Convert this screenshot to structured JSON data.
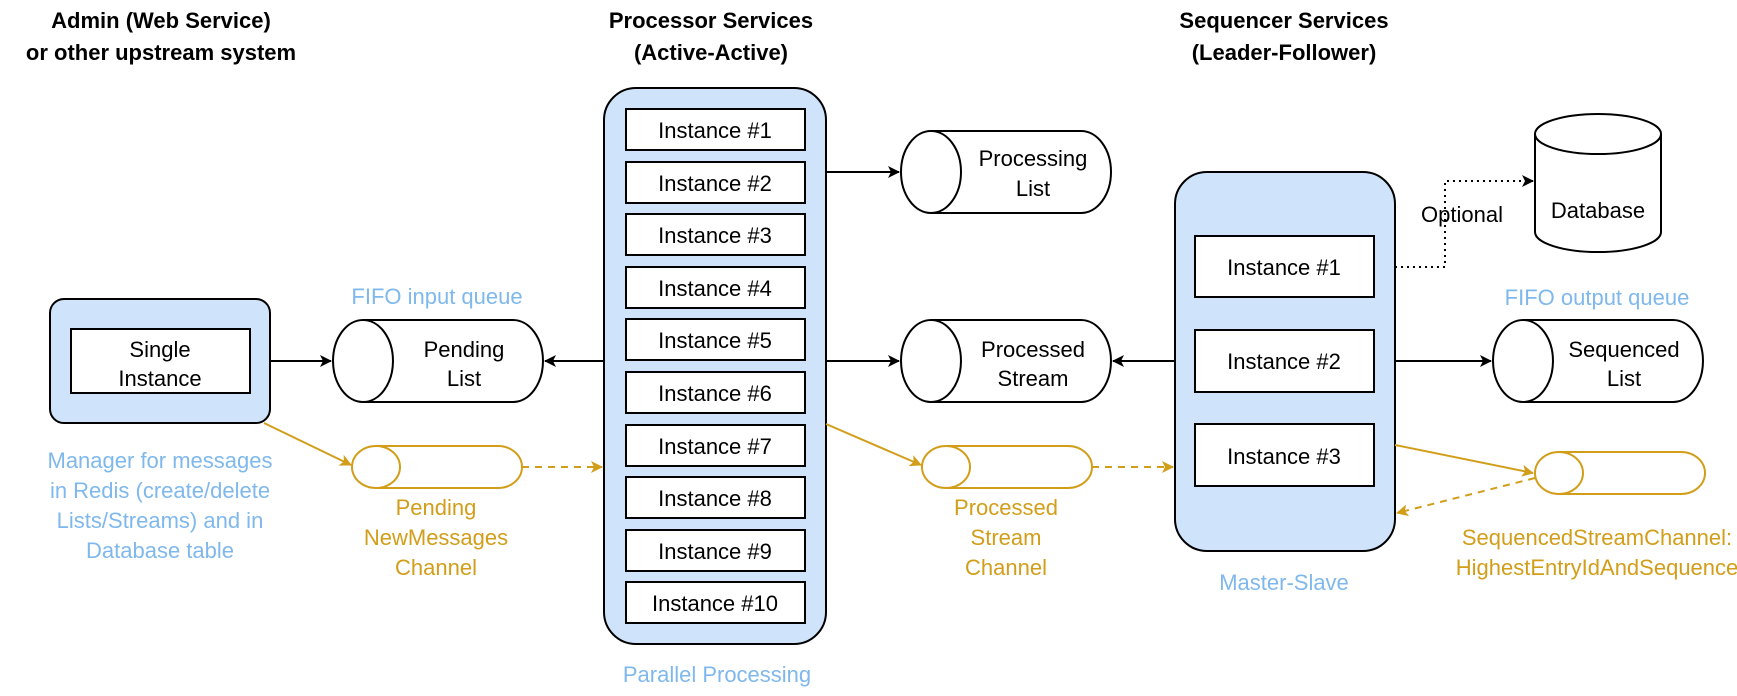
{
  "headers": {
    "admin_line1": "Admin (Web Service)",
    "admin_line2": "or other upstream system",
    "processor_line1": "Processor Services",
    "processor_line2": "(Active-Active)",
    "sequencer_line1": "Sequencer Services",
    "sequencer_line2": "(Leader-Follower)"
  },
  "admin": {
    "instance_line1": "Single",
    "instance_line2": "Instance",
    "note_lines": [
      "Manager for messages",
      "in Redis (create/delete",
      "Lists/Streams) and in",
      "Database table"
    ]
  },
  "queues": {
    "fifo_input_label": "FIFO input queue",
    "pending_line1": "Pending",
    "pending_line2": "List",
    "processing_line1": "Processing",
    "processing_line2": "List",
    "processed_line1": "Processed",
    "processed_line2": "Stream",
    "database": "Database",
    "optional": "Optional",
    "fifo_output_label": "FIFO output queue",
    "sequenced_line1": "Sequenced",
    "sequenced_line2": "List"
  },
  "channels": {
    "pending_lines": [
      "Pending",
      "NewMessages",
      "Channel"
    ],
    "processed_lines": [
      "Processed",
      "Stream",
      "Channel"
    ],
    "sequenced_lines": [
      "SequencedStreamChannel:",
      "HighestEntryIdAndSequence"
    ]
  },
  "processor": {
    "instances": [
      "Instance #1",
      "Instance #2",
      "Instance #3",
      "Instance #4",
      "Instance #5",
      "Instance #6",
      "Instance #7",
      "Instance #8",
      "Instance #9",
      "Instance #10"
    ],
    "caption": "Parallel Processing"
  },
  "sequencer": {
    "instances": [
      "Instance #1",
      "Instance #2",
      "Instance #3"
    ],
    "caption": "Master-Slave"
  }
}
